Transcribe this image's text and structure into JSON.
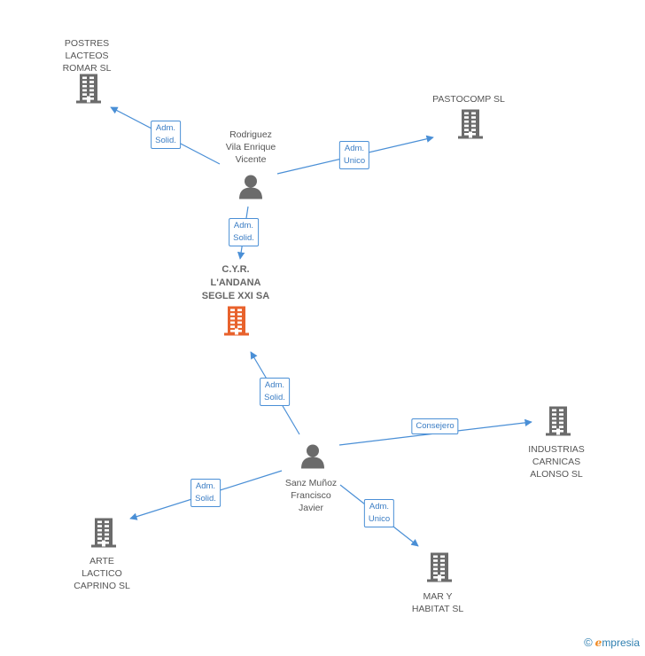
{
  "nodes": [
    {
      "id": "postres",
      "type": "company",
      "label": "POSTRES\nLACTEOS\nROMAR SL"
    },
    {
      "id": "pastocomp",
      "type": "company",
      "label": "PASTOCOMP  SL"
    },
    {
      "id": "rodriguez",
      "type": "person",
      "label": "Rodriguez\nVila Enrique\nVicente"
    },
    {
      "id": "cyr",
      "type": "focus",
      "label": "C.Y.R.\nL'ANDANA\nSEGLE XXI SA"
    },
    {
      "id": "sanz",
      "type": "person",
      "label": "Sanz Muñoz\nFrancisco\nJavier"
    },
    {
      "id": "industrias",
      "type": "company",
      "label": "INDUSTRIAS\nCARNICAS\nALONSO SL"
    },
    {
      "id": "arte",
      "type": "company",
      "label": "ARTE\nLACTICO\nCAPRINO SL"
    },
    {
      "id": "mar",
      "type": "company",
      "label": "MAR Y\nHABITAT SL"
    }
  ],
  "edges": [
    {
      "id": "e1",
      "from": "rodriguez",
      "to": "postres",
      "label": "Adm.\nSolid."
    },
    {
      "id": "e2",
      "from": "rodriguez",
      "to": "pastocomp",
      "label": "Adm.\nUnico"
    },
    {
      "id": "e3",
      "from": "rodriguez",
      "to": "cyr",
      "label": "Adm.\nSolid."
    },
    {
      "id": "e4",
      "from": "sanz",
      "to": "cyr",
      "label": "Adm.\nSolid."
    },
    {
      "id": "e5",
      "from": "sanz",
      "to": "industrias",
      "label": "Consejero"
    },
    {
      "id": "e6",
      "from": "sanz",
      "to": "arte",
      "label": "Adm.\nSolid."
    },
    {
      "id": "e7",
      "from": "sanz",
      "to": "mar",
      "label": "Adm.\nUnico"
    }
  ],
  "colors": {
    "company": "#6b6b6b",
    "focus": "#e8622c",
    "person": "#6b6b6b",
    "edge": "#4a8fd6"
  },
  "brand": {
    "copyright": "©",
    "name_initial": "e",
    "name_rest": "mpresia"
  }
}
